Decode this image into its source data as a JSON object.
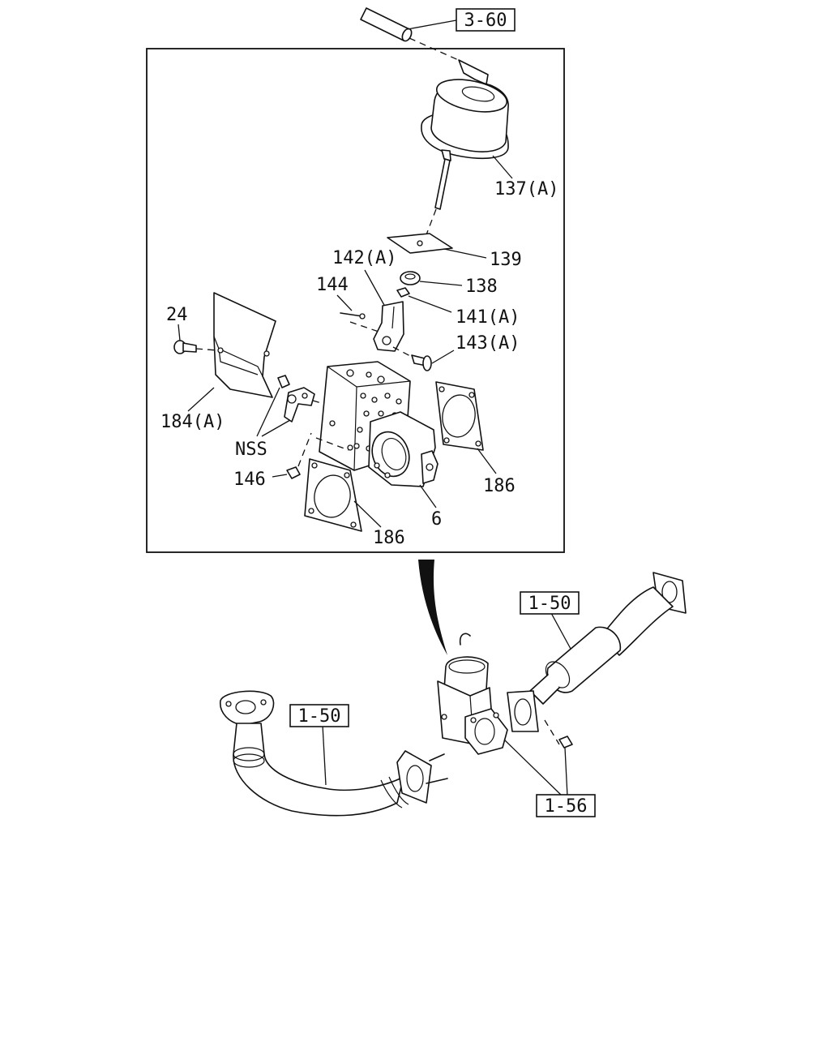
{
  "refs": {
    "ref_3_60": "3-60",
    "ref_1_50_upper": "1-50",
    "ref_1_50_lower": "1-50",
    "ref_1_56": "1-56"
  },
  "labels": {
    "p137": "137(A)",
    "p139": "139",
    "p142": "142(A)",
    "p138": "138",
    "p144": "144",
    "p141": "141(A)",
    "p24": "24",
    "p143": "143(A)",
    "p184": "184(A)",
    "nss": "NSS",
    "p146": "146",
    "p186_right": "186",
    "p6": "6",
    "p186_bottom": "186"
  }
}
